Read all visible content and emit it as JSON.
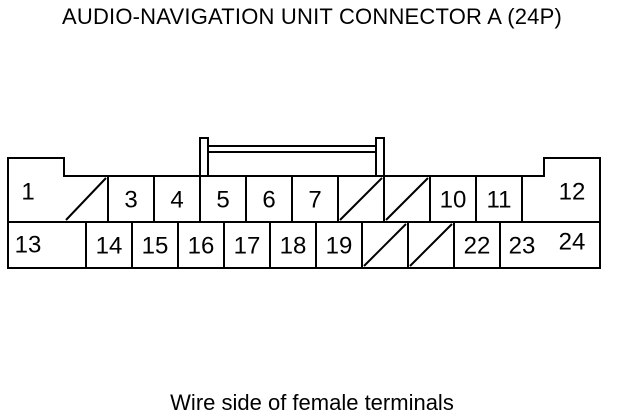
{
  "title": "AUDIO-NAVIGATION UNIT CONNECTOR A (24P)",
  "caption": "Wire side of female terminals",
  "top_row": [
    "",
    "3",
    "4",
    "5",
    "6",
    "7",
    "",
    "",
    "10",
    "11",
    ""
  ],
  "bottom_row": [
    "",
    "14",
    "15",
    "16",
    "17",
    "18",
    "19",
    "",
    "",
    "22",
    "23"
  ],
  "left_end": {
    "top": "1",
    "bottom": "13"
  },
  "right_end": {
    "top": "12",
    "bottom": "24"
  },
  "unused_top": [
    0,
    6,
    7
  ],
  "unused_bottom": [
    7,
    8
  ]
}
